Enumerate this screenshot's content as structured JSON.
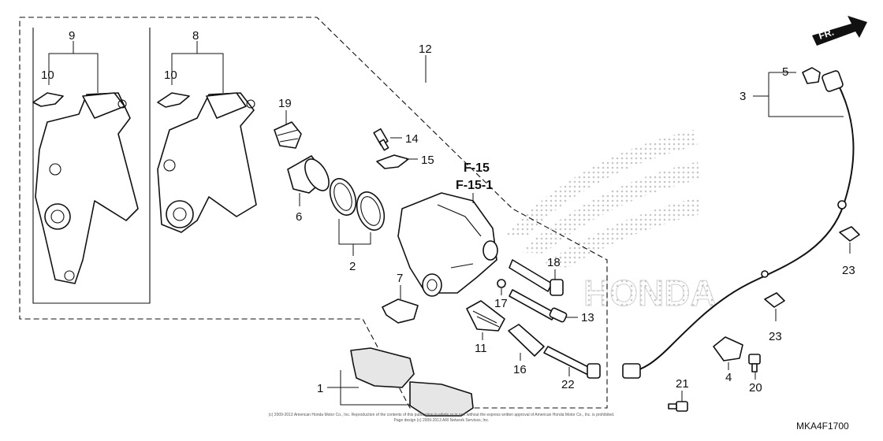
{
  "callouts": {
    "c1": "1",
    "c2": "2",
    "c3": "3",
    "c4": "4",
    "c5": "5",
    "c6": "6",
    "c7": "7",
    "c8": "8",
    "c9": "9",
    "c10a": "10",
    "c10b": "10",
    "c11": "11",
    "c12": "12",
    "c13": "13",
    "c14": "14",
    "c15": "15",
    "c16": "16",
    "c17": "17",
    "c18": "18",
    "c19": "19",
    "c20": "20",
    "c21": "21",
    "c22": "22",
    "c23a": "23",
    "c23b": "23"
  },
  "refs": {
    "f15": "F-15",
    "f151": "F-15-1"
  },
  "direction": {
    "label": "FR."
  },
  "diagram_code": "MKA4F1700",
  "brand_watermark": "HONDA",
  "copyright": {
    "line1": "(c) 2009-2013 American Honda Motor Co., Inc. Reproduction of the contents of this publication in whole or in part without the express written approval of American Honda Motor Co., Inc. is prohibited.",
    "line2": "Page design (c) 2009-2013 ARI Network Services, Inc."
  },
  "colors": {
    "ink": "#111111",
    "watermark": "#c9c9c9"
  }
}
